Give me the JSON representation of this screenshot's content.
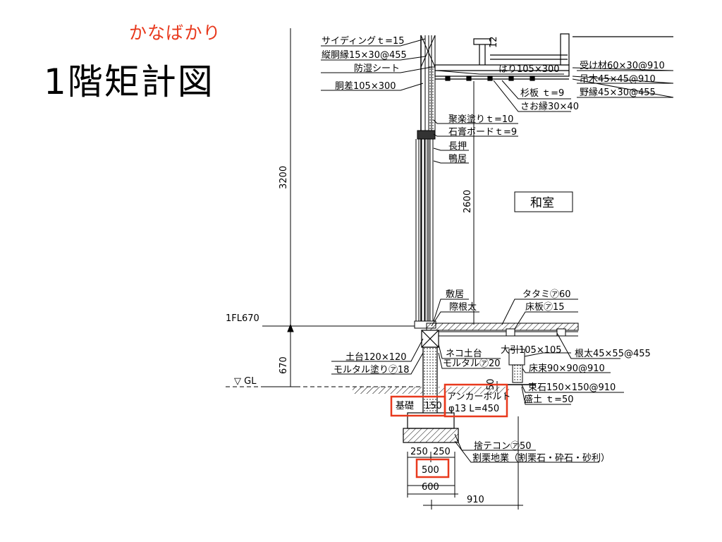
{
  "title": {
    "reading": "かなばかり",
    "main": "1階矩計図"
  },
  "labels": {
    "siding": "サイディングｔ=15",
    "furring": "縦胴縁15×30@455",
    "moisture_sheet": "防湿シート",
    "post": "胴差105×300",
    "beam": "はり105×300",
    "receiver": "受け材60×30@910",
    "hanger": "吊木45×45@910",
    "joist": "野縁45×30@455",
    "cedar_board": "杉板 ｔ=9",
    "batten": "さお縁30×40",
    "plaster": "聚楽塗りｔ=10",
    "gypsum": "石膏ボードｔ=9",
    "nageshi": "長押",
    "kamoi": "鴨居",
    "room": "和室",
    "shikii": "敷居",
    "kiwa_neda": "際根太",
    "tatami": "タタミ㋐60",
    "floor_board": "床板㋐15",
    "sill": "土台120×120",
    "mortar_coat": "モルタル塗り㋐18",
    "neko_dodai": "ネコ土台",
    "mortar": "モルタル㋐20",
    "obiki": "大引105×105",
    "neda": "根太45×55@455",
    "tsuka": "床束90×90@910",
    "anchor_bolt_1": "アンカーボルト",
    "anchor_bolt_2": "φ13 L=450",
    "tsukaishi": "束石150×150@910",
    "fill": "盛土 ｔ=50",
    "foundation": "基礎",
    "sutecon": "捨テコン㋐50",
    "gravel": "割栗地業（割栗石・砕石・砂利）"
  },
  "dimensions": {
    "h3200": "3200",
    "h2600": "2600",
    "fl": "1FL670",
    "h670": "670",
    "gl": "▽ GL",
    "d150": "150",
    "d50": "50",
    "d12": "12",
    "w250a": "250",
    "w250b": "250",
    "w500": "500",
    "w600": "600",
    "w910": "910"
  },
  "colors": {
    "accent": "#e8391d",
    "line": "#000000"
  }
}
